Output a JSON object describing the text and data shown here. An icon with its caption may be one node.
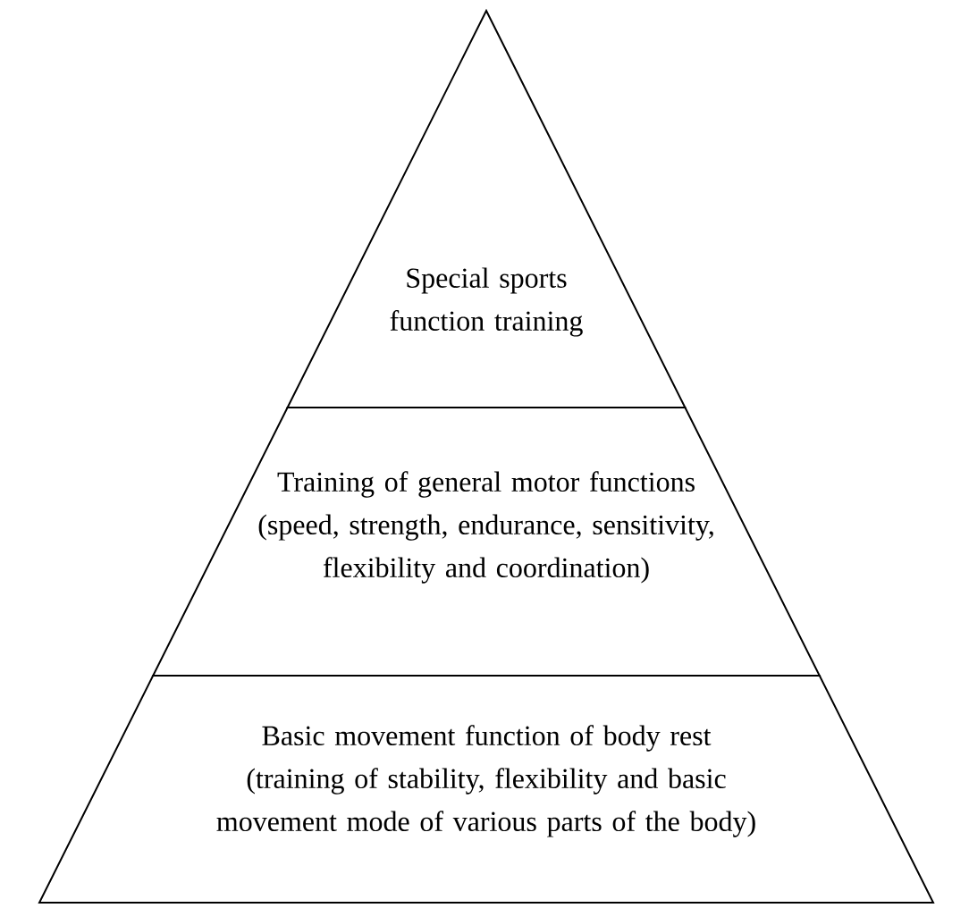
{
  "diagram": {
    "nodes": [
      {
        "text": [
          "Special sports function training"
        ]
      },
      {
        "text": [
          "Training of general motor functions (speed, strength, endurance, sensitivity, flexibility and coordination)"
        ]
      },
      {
        "text": [
          "Basic movement function of body rest (training of stability, flexibility and basic movement mode of various parts of the body)"
        ]
      }
    ]
  }
}
